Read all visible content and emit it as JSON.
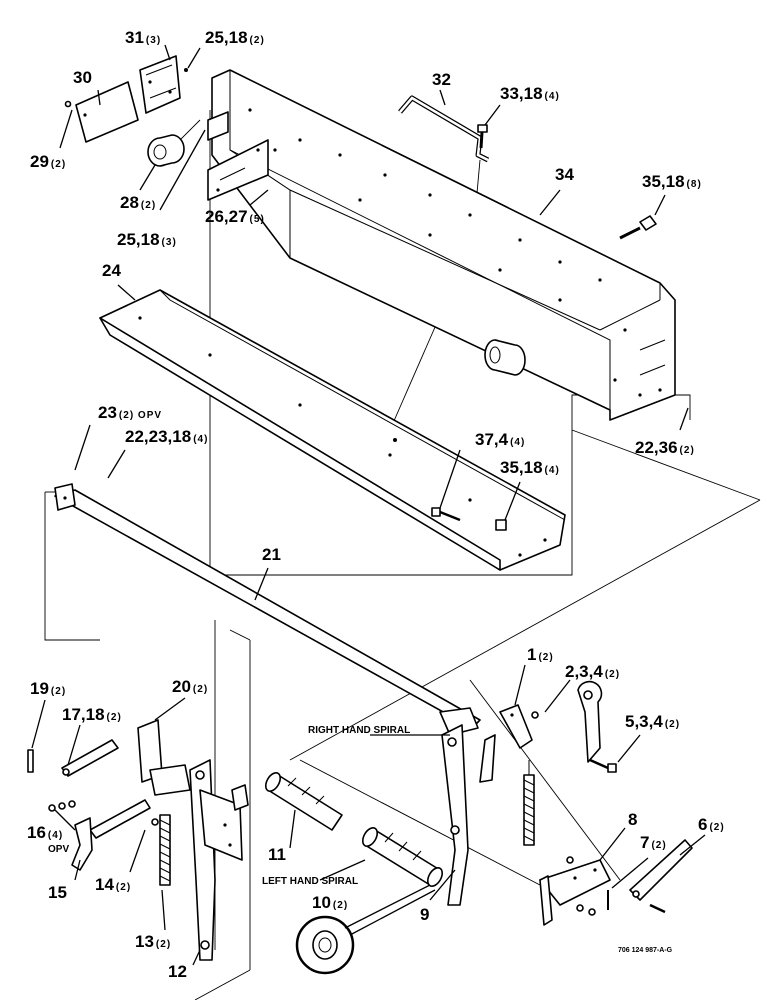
{
  "callouts": [
    {
      "id": "31",
      "num": "31",
      "qty": "(3)"
    },
    {
      "id": "25a",
      "num": "25,18",
      "qty": "(2)"
    },
    {
      "id": "30",
      "num": "30",
      "qty": ""
    },
    {
      "id": "29",
      "num": "29",
      "qty": "(2)"
    },
    {
      "id": "28",
      "num": "28",
      "qty": "(2)"
    },
    {
      "id": "25b",
      "num": "25,18",
      "qty": "(3)"
    },
    {
      "id": "26",
      "num": "26,27",
      "qty": "(5)"
    },
    {
      "id": "32",
      "num": "32",
      "qty": ""
    },
    {
      "id": "33",
      "num": "33,18",
      "qty": "(4)"
    },
    {
      "id": "34",
      "num": "34",
      "qty": ""
    },
    {
      "id": "35a",
      "num": "35,18",
      "qty": "(8)"
    },
    {
      "id": "24",
      "num": "24",
      "qty": ""
    },
    {
      "id": "23",
      "num": "23",
      "qty": "(2) OPV"
    },
    {
      "id": "22a",
      "num": "22,23,18",
      "qty": "(4)"
    },
    {
      "id": "37",
      "num": "37,4",
      "qty": "(4)"
    },
    {
      "id": "35b",
      "num": "35,18",
      "qty": "(4)"
    },
    {
      "id": "22b",
      "num": "22,36",
      "qty": "(2)"
    },
    {
      "id": "21",
      "num": "21",
      "qty": ""
    },
    {
      "id": "1",
      "num": "1",
      "qty": "(2)"
    },
    {
      "id": "2",
      "num": "2,3,4",
      "qty": "(2)"
    },
    {
      "id": "5",
      "num": "5,3,4",
      "qty": "(2)"
    },
    {
      "id": "19",
      "num": "19",
      "qty": "(2)"
    },
    {
      "id": "20",
      "num": "20",
      "qty": "(2)"
    },
    {
      "id": "17",
      "num": "17,18",
      "qty": "(2)"
    },
    {
      "id": "16",
      "num": "16",
      "qty": "(4)"
    },
    {
      "id": "16opv",
      "num": "OPV",
      "qty": ""
    },
    {
      "id": "15",
      "num": "15",
      "qty": ""
    },
    {
      "id": "14",
      "num": "14",
      "qty": "(2)"
    },
    {
      "id": "13",
      "num": "13",
      "qty": "(2)"
    },
    {
      "id": "12",
      "num": "12",
      "qty": ""
    },
    {
      "id": "11",
      "num": "11",
      "qty": ""
    },
    {
      "id": "10",
      "num": "10",
      "qty": "(2)"
    },
    {
      "id": "9",
      "num": "9",
      "qty": ""
    },
    {
      "id": "8",
      "num": "8",
      "qty": ""
    },
    {
      "id": "7",
      "num": "7",
      "qty": "(2)"
    },
    {
      "id": "6",
      "num": "6",
      "qty": "(2)"
    }
  ],
  "texts": {
    "right_hand_spiral": "RIGHT HAND SPIRAL",
    "left_hand_spiral": "LEFT HAND SPIRAL",
    "drawing_code": "706 124 987-A-G"
  }
}
